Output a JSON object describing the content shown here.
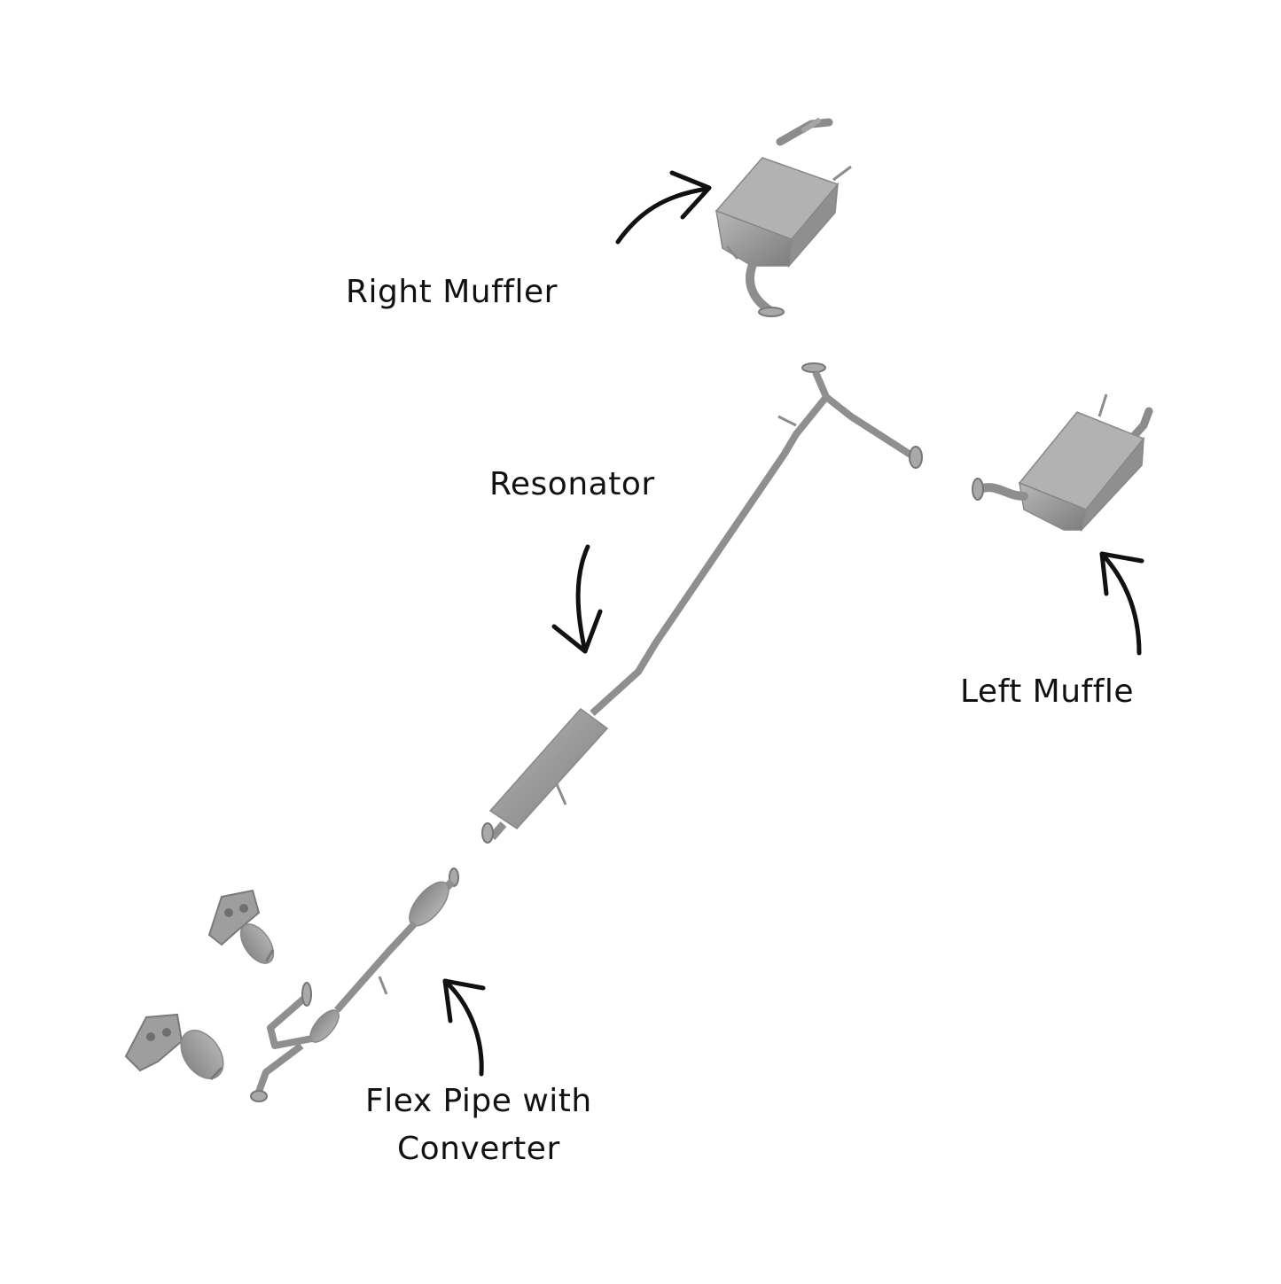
{
  "labels": {
    "right_muffler": "Right Muffler",
    "resonator": "Resonator",
    "left_muffler": "Left Muffle",
    "flex_pipe_line1": "Flex Pipe with",
    "flex_pipe_line2": "Converter"
  },
  "colors": {
    "background": "#ffffff",
    "text": "#111111",
    "arrow": "#111111",
    "part_fill": "#9a9a9a",
    "part_dark": "#7a7a7a",
    "part_light": "#c4c4c4"
  }
}
